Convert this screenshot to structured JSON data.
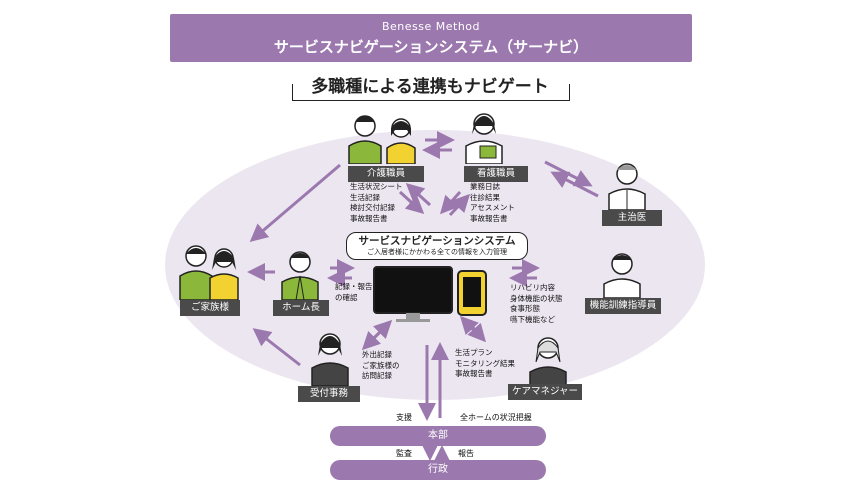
{
  "header": {
    "subtitle": "Benesse Method",
    "title": "サービスナビゲーションシステム（サーナビ）"
  },
  "heading": "多職種による連携もナビゲート",
  "system": {
    "title": "サービスナビゲーションシステム",
    "description": "ご入居者様にかかわる全ての情報を入力管理"
  },
  "roles": {
    "care_staff": "介護職員",
    "nurse": "看護職員",
    "doctor": "主治医",
    "family": "ご家族様",
    "home_manager": "ホーム長",
    "therapist": "機能訓練指導員",
    "reception": "受付事務",
    "care_manager": "ケアマネジャー"
  },
  "notes": {
    "care_staff": "生活状況シート\n生活記録\n検討交付記録\n事故報告書",
    "nurse": "業務日誌\n往診結果\nアセスメント\n事故報告書",
    "home_manager": "記録・報告書\nの確認",
    "therapist": "リハビリ内容\n身体機能の状態\n食事形態\n嚥下機能など",
    "reception": "外出記録\nご家族様の\n訪問記録",
    "care_manager": "生活プラン\nモニタリング結果\n事故報告書"
  },
  "bottom": {
    "support": "支援",
    "grasp": "全ホームの状況把握",
    "headquarters": "本部",
    "audit": "監査",
    "report": "報告",
    "government": "行政"
  },
  "colors": {
    "accent": "#9b78ad",
    "ellipse": "#ece6f1",
    "label_bg": "#4a4a4a",
    "highlight_green": "#8bb83a",
    "highlight_yellow": "#f2d230"
  }
}
